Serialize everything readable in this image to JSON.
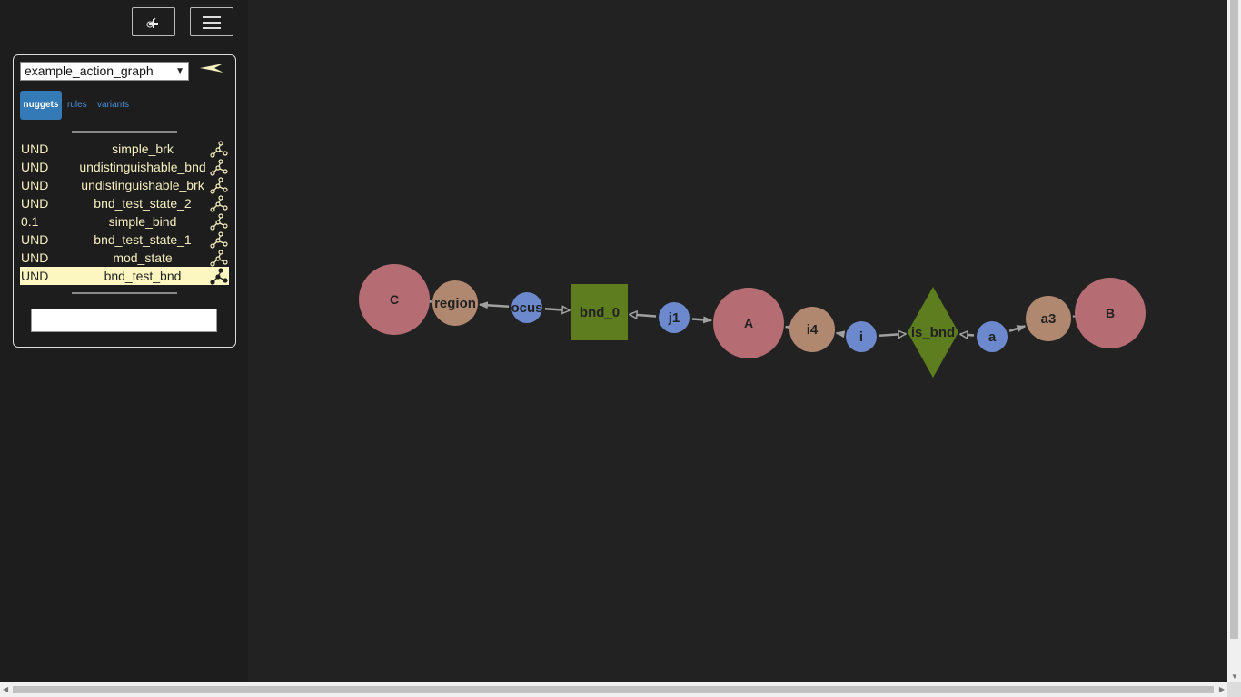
{
  "graph_selector": {
    "selected": "example_action_graph"
  },
  "tabs": [
    {
      "label": "nuggets",
      "active": true
    },
    {
      "label": "rules",
      "active": false
    },
    {
      "label": "variants",
      "active": false
    }
  ],
  "nuggets": [
    {
      "score": "UND",
      "name": "simple_brk"
    },
    {
      "score": "UND",
      "name": "undistinguishable_bnd"
    },
    {
      "score": "UND",
      "name": "undistinguishable_brk"
    },
    {
      "score": "UND",
      "name": "bnd_test_state_2"
    },
    {
      "score": "0.1",
      "name": "simple_bind"
    },
    {
      "score": "UND",
      "name": "bnd_test_state_1"
    },
    {
      "score": "UND",
      "name": "mod_state"
    },
    {
      "score": "UND",
      "name": "bnd_test_bnd",
      "selected": true
    }
  ],
  "search": {
    "value": "",
    "placeholder": ""
  },
  "graph": {
    "nodes": [
      {
        "id": "C",
        "label": "C",
        "type": "agent",
        "color": "#b56c72"
      },
      {
        "id": "region",
        "label": "region",
        "type": "region",
        "color": "#b08870"
      },
      {
        "id": "ocus",
        "label": "ocus",
        "type": "locus",
        "color": "#6b89cc"
      },
      {
        "id": "bnd_0",
        "label": "bnd_0",
        "type": "bnd",
        "color": "#5e7d1f"
      },
      {
        "id": "j1",
        "label": "j1",
        "type": "locus",
        "color": "#6b89cc"
      },
      {
        "id": "A",
        "label": "A",
        "type": "agent",
        "color": "#b56c72"
      },
      {
        "id": "i4",
        "label": "i4",
        "type": "region",
        "color": "#b08870"
      },
      {
        "id": "i",
        "label": "i",
        "type": "locus",
        "color": "#6b89cc"
      },
      {
        "id": "is_bnd",
        "label": "is_bnd",
        "type": "is_bnd",
        "color": "#5e7d1f"
      },
      {
        "id": "a",
        "label": "a",
        "type": "locus",
        "color": "#6b89cc"
      },
      {
        "id": "a3",
        "label": "a3",
        "type": "region",
        "color": "#b08870"
      },
      {
        "id": "B",
        "label": "B",
        "type": "agent",
        "color": "#b56c72"
      }
    ],
    "edges": [
      {
        "from": "region",
        "to": "C"
      },
      {
        "from": "ocus",
        "to": "region"
      },
      {
        "from": "ocus",
        "to": "bnd_0"
      },
      {
        "from": "j1",
        "to": "bnd_0"
      },
      {
        "from": "j1",
        "to": "A"
      },
      {
        "from": "i4",
        "to": "A"
      },
      {
        "from": "i",
        "to": "i4"
      },
      {
        "from": "i",
        "to": "is_bnd"
      },
      {
        "from": "a",
        "to": "is_bnd"
      },
      {
        "from": "a",
        "to": "a3"
      },
      {
        "from": "a3",
        "to": "B"
      }
    ]
  },
  "colors": {
    "accent": "#337ab7",
    "selection": "#fcf6c0",
    "text": "#f5f0c0"
  },
  "icons": {
    "new_graph": "node-plus-icon",
    "menu": "hamburger-icon",
    "back": "left-arrow-icon",
    "nugget_view": "graph-icon"
  }
}
